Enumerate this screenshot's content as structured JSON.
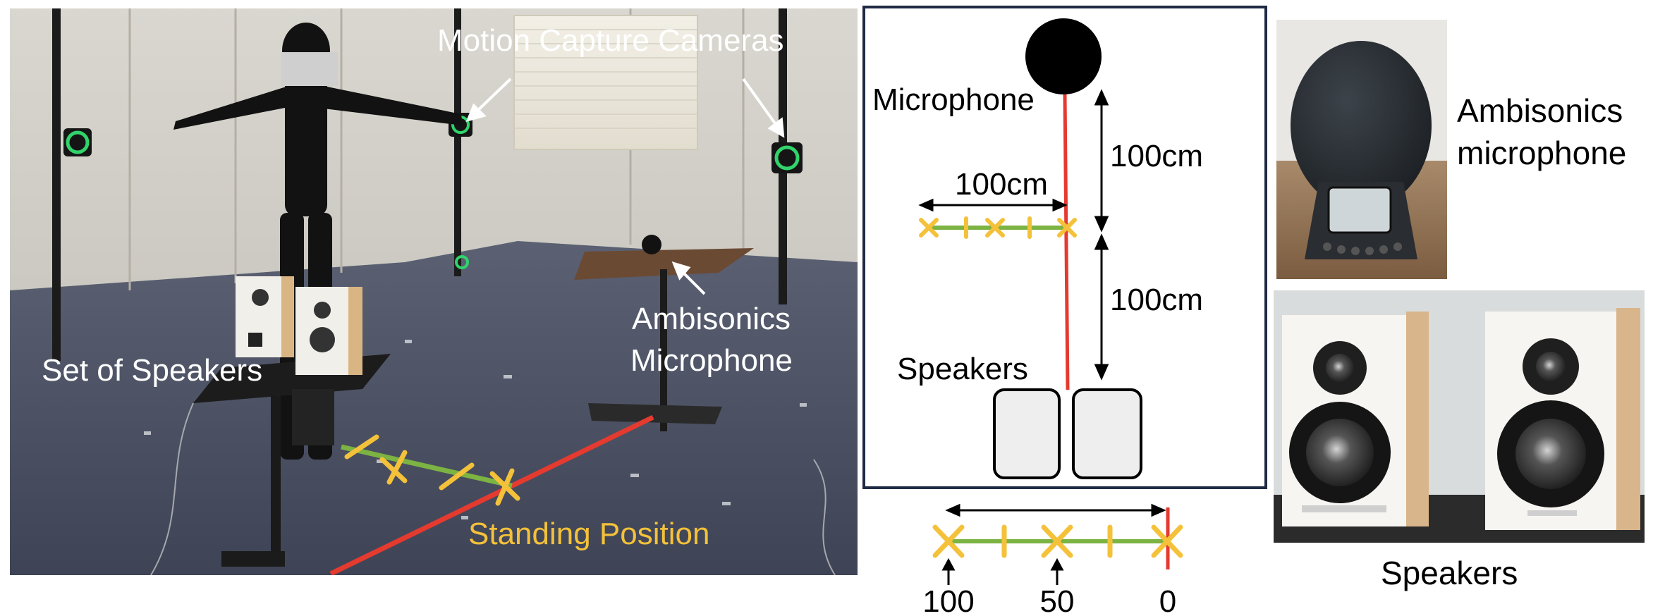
{
  "photo": {
    "labels": {
      "cameras": "Motion Capture Cameras",
      "ambisonics_line1": "Ambisonics",
      "ambisonics_line2": "Microphone",
      "speakers": "Set of Speakers",
      "standing": "Standing Position"
    }
  },
  "schematic": {
    "microphone": "Microphone",
    "dist_upper": "100cm",
    "dist_lower": "100cm",
    "dist_horizontal": "100cm",
    "speakers": "Speakers"
  },
  "scale": {
    "ticks": [
      "100",
      "50",
      "0"
    ]
  },
  "right": {
    "mic_line1": "Ambisonics",
    "mic_line2": "microphone",
    "speakers": "Speakers"
  },
  "colors": {
    "red_line": "#e53a2f",
    "green_line": "#7cb342",
    "marker_yellow": "#f4c13a",
    "standing_text": "#f4c13a",
    "frame": "#1f2a44"
  }
}
